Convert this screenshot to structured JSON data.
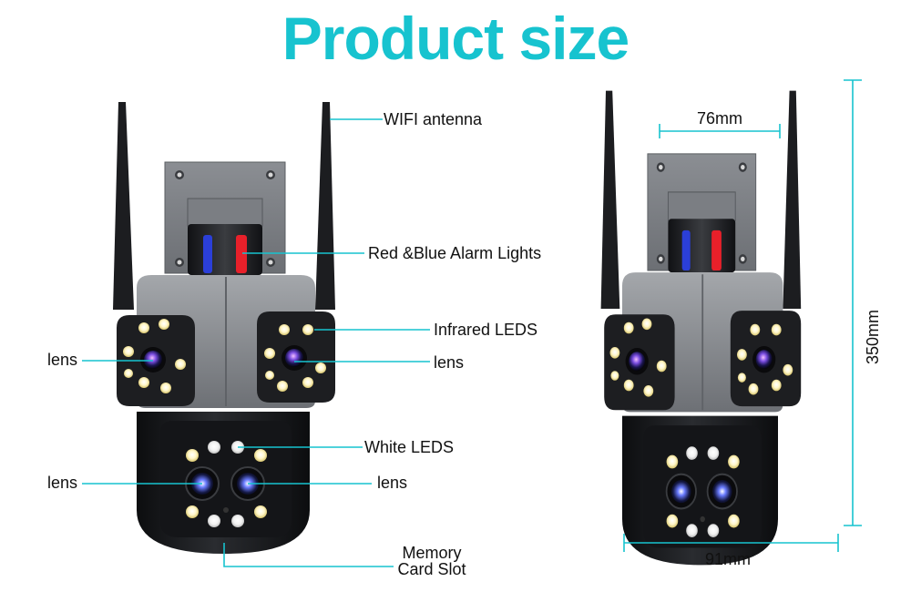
{
  "title": "Product size",
  "callouts": {
    "wifi_antenna": "WIFI antenna",
    "alarm_lights": "Red &Blue Alarm Lights",
    "infrared_leds": "Infrared LEDS",
    "lens_left_upper": "lens",
    "lens_right_upper": "lens",
    "white_leds": "White LEDS",
    "lens_left_lower": "lens",
    "lens_right_lower": "lens",
    "memory_card_line1": "Memory",
    "memory_card_line2": "Card Slot"
  },
  "dimensions": {
    "mount_width": "76mm",
    "height": "350mm",
    "body_width": "91mm"
  },
  "colors": {
    "accent": "#17c3cf",
    "body_gray": "#8a8d92",
    "body_dark": "#1b1c1f",
    "alarm_red": "#e8202a",
    "alarm_blue": "#2b3fd8"
  }
}
